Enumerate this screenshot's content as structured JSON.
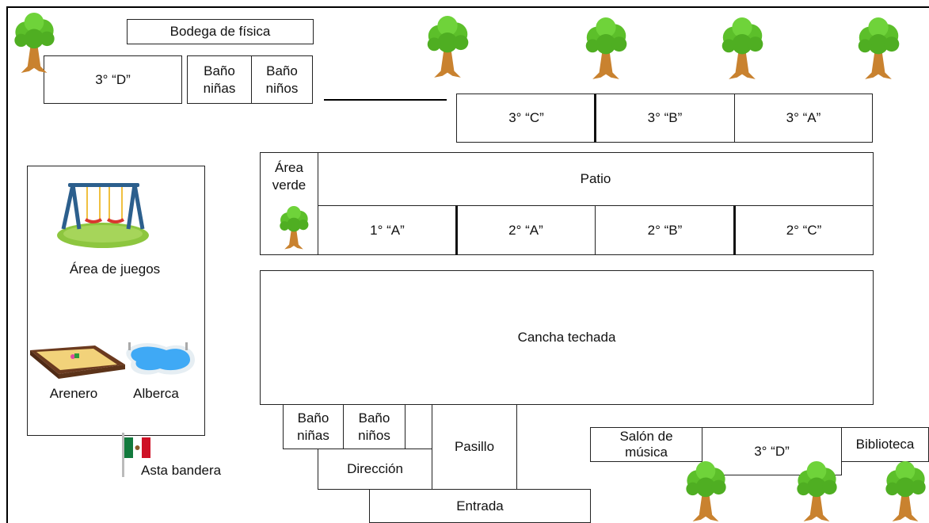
{
  "rooms": {
    "bodega_fisica": "Bodega de física",
    "tercero_d_top": "3° “D”",
    "bano_ninas_top": "Baño\nniñas",
    "bano_ninos_top": "Baño\nniños",
    "tercero_c": "3° “C”",
    "tercero_b": "3° “B”",
    "tercero_a": "3° “A”",
    "area_verde": "Área\nverde",
    "patio": "Patio",
    "primero_a": "1° “A”",
    "segundo_a": "2° “A”",
    "segundo_b": "2° “B”",
    "segundo_c": "2° “C”",
    "cancha": "Cancha techada",
    "bano_ninas_bottom": "Baño\nniñas",
    "bano_ninos_bottom": "Baño\nniños",
    "pasillo": "Pasillo",
    "direccion": "Dirección",
    "entrada": "Entrada",
    "salon_musica": "Salón de\nmúsica",
    "tercero_d_bottom": "3° “D”",
    "biblioteca": "Biblioteca"
  },
  "play_area": {
    "juegos_label": "Área de juegos",
    "arenero_label": "Arenero",
    "alberca_label": "Alberca"
  },
  "flag": {
    "label": "Asta bandera"
  },
  "icons": [
    "tree-icon",
    "swing-set-icon",
    "sandbox-icon",
    "pool-icon",
    "mexican-flag-icon"
  ],
  "colors": {
    "tree_foliage": "#5cbf2a",
    "tree_trunk": "#c9822f",
    "grass": "#8dc63f",
    "pool_water": "#3fa9f5",
    "sand": "#f2d27a",
    "flag_green": "#127a3d",
    "flag_red": "#ce1126"
  }
}
